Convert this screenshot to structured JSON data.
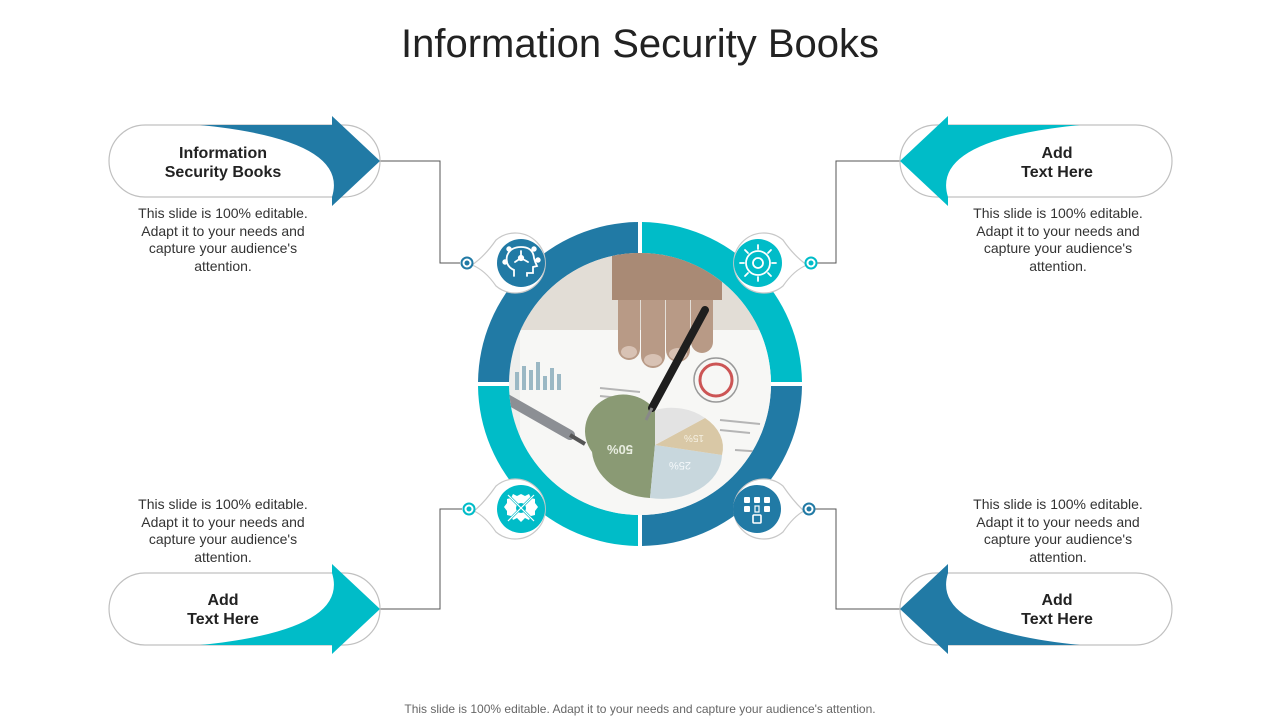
{
  "title": "Information Security Books",
  "footer": "This slide is 100% editable. Adapt it to your needs and capture your audience's attention.",
  "colors": {
    "dark_blue": "#217aa5",
    "teal": "#00bcc8",
    "outline": "#c8c8c8",
    "connector": "#555555"
  },
  "items": [
    {
      "title_line1": "Information",
      "title_line2": "Security Books",
      "description": "This slide is 100% editable. Adapt it to your needs and capture your audience's attention.",
      "icon": "head-network-icon"
    },
    {
      "title_line1": "Add",
      "title_line2": "Text Here",
      "description": "This slide is 100% editable. Adapt it to your needs and capture your audience's attention.",
      "icon": "gear-settings-icon"
    },
    {
      "title_line1": "Add",
      "title_line2": "Text Here",
      "description": "This slide is 100% editable. Adapt it to your needs and capture your audience's attention.",
      "icon": "tools-gear-icon"
    },
    {
      "title_line1": "Add",
      "title_line2": "Text Here",
      "description": "This slide is 100% editable. Adapt it to your needs and capture your audience's attention.",
      "icon": "grid-network-icon"
    }
  ],
  "center_image": {
    "pie_labels": [
      "50%",
      "15%",
      "25%"
    ]
  }
}
